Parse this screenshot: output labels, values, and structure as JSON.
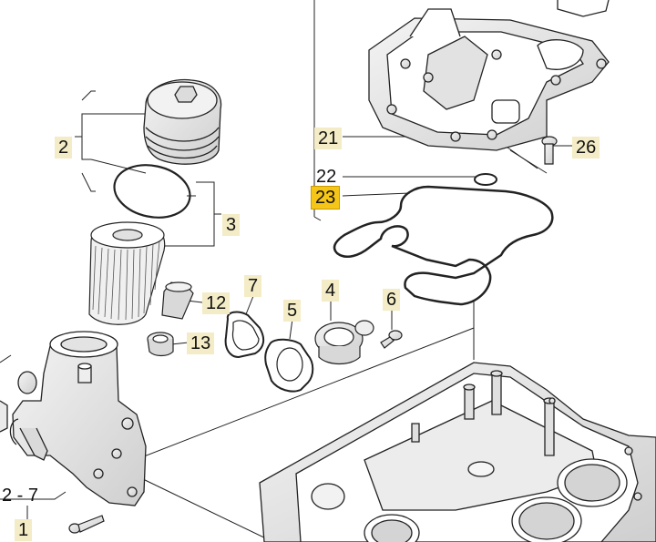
{
  "diagram": {
    "callouts": [
      {
        "id": "c2",
        "text": "2"
      },
      {
        "id": "c3",
        "text": "3"
      },
      {
        "id": "c4",
        "text": "4"
      },
      {
        "id": "c5",
        "text": "5"
      },
      {
        "id": "c6",
        "text": "6"
      },
      {
        "id": "c7",
        "text": "7"
      },
      {
        "id": "c12",
        "text": "12"
      },
      {
        "id": "c13",
        "text": "13"
      },
      {
        "id": "c21",
        "text": "21"
      },
      {
        "id": "c22",
        "text": "22"
      },
      {
        "id": "c23",
        "text": "23",
        "highlighted": true
      },
      {
        "id": "c26",
        "text": "26"
      },
      {
        "id": "c27",
        "text": "2 - 7"
      },
      {
        "id": "c1",
        "text": "1"
      }
    ],
    "colors": {
      "highlight": "#f5c518",
      "label_bg": "#f3ecc6",
      "line": "#222222",
      "part_fill": "#e6e6e6"
    }
  }
}
